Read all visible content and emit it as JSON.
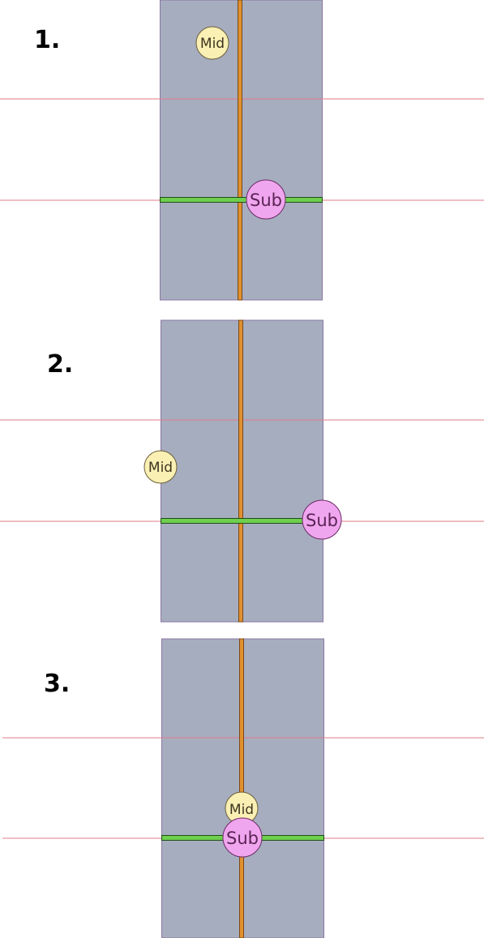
{
  "colors": {
    "background": "#ffffff",
    "column_fill": "#a6adbf",
    "column_border": "#8c76a3",
    "guide_line": "#e07b8a",
    "vertical_bar_fill": "#e0902f",
    "vertical_bar_border": "#7a4a15",
    "horizontal_bar_fill": "#6fcf4e",
    "horizontal_bar_border": "#1f4d17",
    "mid_fill": "#faf0b4",
    "mid_stroke": "#6b5d3a",
    "mid_text": "#3d3520",
    "sub_fill": "#f0a6ee",
    "sub_stroke": "#6a2a66",
    "sub_text": "#5a2456"
  },
  "panels": [
    {
      "label": "1.",
      "mid_label": "Mid",
      "sub_label": "Sub"
    },
    {
      "label": "2.",
      "mid_label": "Mid",
      "sub_label": "Sub"
    },
    {
      "label": "3.",
      "mid_label": "Mid",
      "sub_label": "Sub"
    }
  ]
}
